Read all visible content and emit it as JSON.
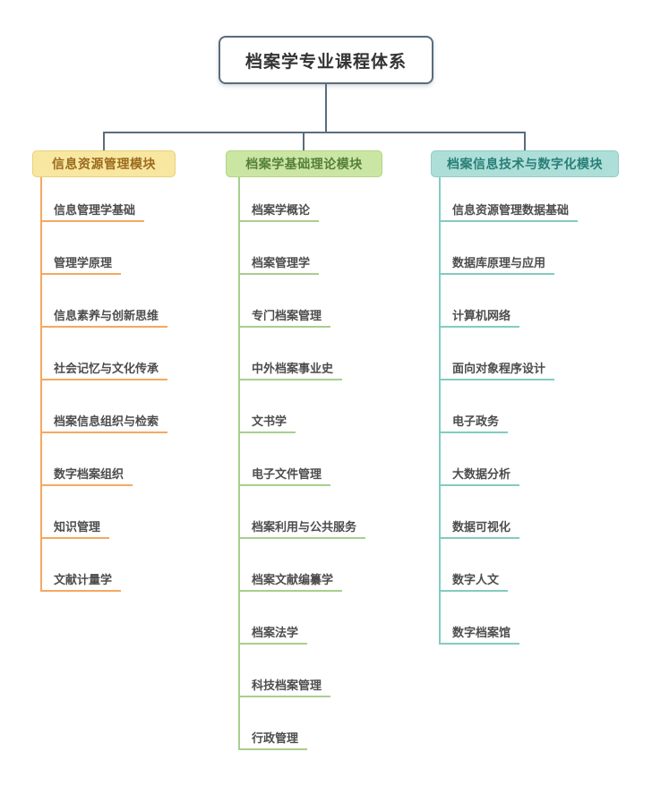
{
  "root": {
    "title": "档案学专业课程体系"
  },
  "colors": {
    "connector": "#5a6c7d",
    "background": "#ffffff",
    "leaf_text": "#4d4d4d"
  },
  "branches": [
    {
      "label": "信息资源管理模块",
      "bg": "#f7e7a0",
      "border": "#e8d27a",
      "text_color": "#9c6b1e",
      "line_color": "#f5a861",
      "items": [
        "信息管理学基础",
        "管理学原理",
        "信息素养与创新思维",
        "社会记忆与文化传承",
        "档案信息组织与检索",
        "数字档案组织",
        "知识管理",
        "文献计量学"
      ]
    },
    {
      "label": "档案学基础理论模块",
      "bg": "#cbe6a3",
      "border": "#b2d487",
      "text_color": "#55803a",
      "line_color": "#a8cf8e",
      "items": [
        "档案学概论",
        "档案管理学",
        "专门档案管理",
        "中外档案事业史",
        "文书学",
        "电子文件管理",
        "档案利用与公共服务",
        "档案文献编纂学",
        "档案法学",
        "科技档案管理",
        "行政管理"
      ]
    },
    {
      "label": "档案信息技术与数字化模块",
      "bg": "#addfd8",
      "border": "#8fccc3",
      "text_color": "#2a7e78",
      "line_color": "#83cbc1",
      "items": [
        "信息资源管理数据基础",
        "数据库原理与应用",
        "计算机网络",
        "面向对象程序设计",
        "电子政务",
        "大数据分析",
        "数据可视化",
        "数字人文",
        "数字档案馆"
      ]
    }
  ]
}
